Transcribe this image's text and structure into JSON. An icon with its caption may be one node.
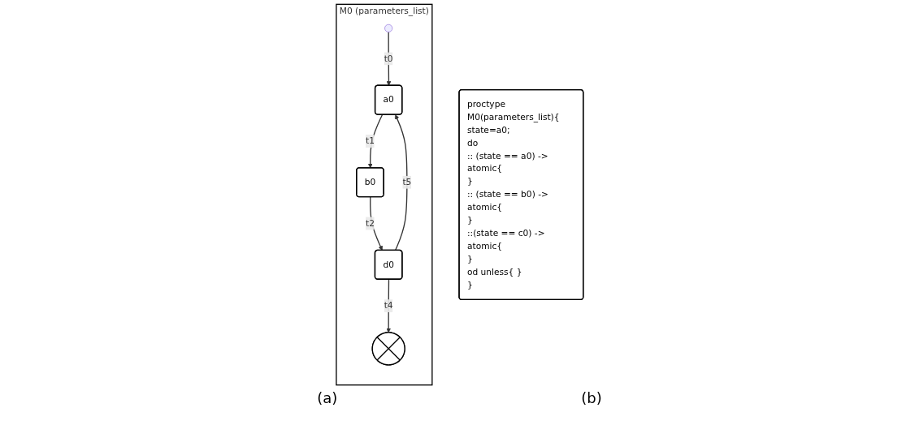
{
  "diagram": {
    "nodes": [
      {
        "text": [
          "M0 (parameters_list)"
        ]
      },
      {
        "text": [],
        "shape": "circle",
        "in": 0
      },
      {
        "text": [
          "a0"
        ],
        "in": 0
      },
      {
        "text": [
          "b0"
        ],
        "in": 0
      },
      {
        "text": [
          "d0"
        ],
        "in": 0
      },
      {
        "text": [],
        "shape": "circle",
        "in": 0
      },
      {
        "text": [
          "proctype M0(parameters_list){",
          "state=a0;",
          "do",
          ":: (state == a0) ->",
          "atomic{",
          "}",
          ":: (state == b0) ->",
          "atomic{",
          "}",
          "::(state == c0) ->",
          "atomic{",
          "}",
          "od unless{ }",
          "}"
        ]
      }
    ],
    "edges": [
      {
        "from": 1,
        "to": 2,
        "arrow": "to",
        "label": "t0"
      },
      {
        "from": 2,
        "to": 3,
        "arrow": "to",
        "label": "t1"
      },
      {
        "from": 3,
        "to": 4,
        "arrow": "to",
        "label": "t2"
      },
      {
        "from": 4,
        "to": 2,
        "arrow": "to",
        "label": "t5"
      },
      {
        "from": 4,
        "to": 5,
        "arrow": "to",
        "label": "t4"
      }
    ],
    "labels": [
      "(a)",
      "(b)"
    ]
  }
}
